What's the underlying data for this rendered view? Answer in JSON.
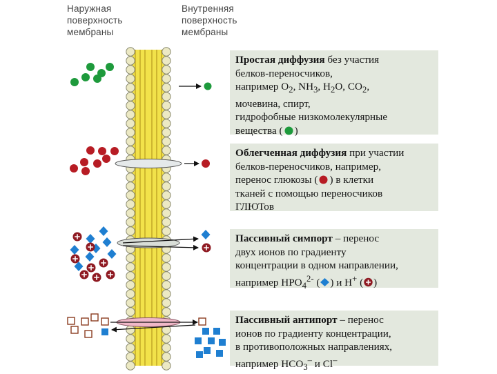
{
  "headers": {
    "outer": [
      "Наружная",
      "поверхность",
      "мембраны"
    ],
    "inner": [
      "Внутренняя",
      "поверхность",
      "мембраны"
    ]
  },
  "colors": {
    "membrane_fill": "#f2e24a",
    "head_fill": "#ece9c4",
    "head_stroke": "#8a8a70",
    "green": "#1e9a3c",
    "red": "#b71c24",
    "blue": "#1f7fd1",
    "dark_red": "#8f1a22",
    "brown": "#8a3b1e",
    "box_bg": "#e3e8de",
    "pink": "#f0b8c8"
  },
  "icons": {
    "diffusion_molecule": "green-circle",
    "glucose": "red-circle",
    "hpo4_ion": "blue-diamond",
    "h_ion": "dark-red-circle-plus",
    "hco3_ion": "brown-square",
    "cl_ion": "blue-square"
  },
  "boxes": {
    "simple": {
      "title": "Простая диффузия",
      "line1_rest": " без участия",
      "line2": "белков-переносчиков,",
      "line3_prefix": "например  O",
      "o2_sub": "2",
      "nh3": ", NH",
      "nh3_sub": "3",
      "h2o_a": ", H",
      "h2o_sub": "2",
      "h2o_b": "O, CO",
      "co2_sub": "2",
      "line3_end": ",",
      "line4": "мочевина, спирт,",
      "line5": "гидрофобные низкомолекулярные",
      "line6_prefix": "вещества (",
      "line6_suffix": ")"
    },
    "facilitated": {
      "title": "Облегченная диффузия",
      "line1_rest": " при участии",
      "line2": "белков-переносчиков, например,",
      "line3_prefix": "перенос глюкозы (",
      "line3_suffix": ") в клетки",
      "line4": "тканей с помощью переносчиков",
      "line5": "ГЛЮТов"
    },
    "symport": {
      "title": "Пассивный симпорт",
      "line1_rest": " – перенос",
      "line2": "двух ионов по градиенту",
      "line3": "концентрации в одном направлении,",
      "line4_prefix": "например  HPO",
      "hpo_sub": "4",
      "hpo_sup": "2-",
      "line4_mid_open": " (",
      "line4_mid": ") и H",
      "h_sup": "+",
      "line4_mid2": " (",
      "line4_end": ")"
    },
    "antiport": {
      "title": "Пассивный антипорт",
      "line1_rest": " – перенос",
      "line2": "ионов по градиенту концентрации,",
      "line3": "в противоположных направлениях,",
      "line4_prefix": "например  HCO",
      "hco_sub": "3",
      "hco_sup": "–",
      "line4_mid": "  и Cl",
      "cl_sup": "–"
    }
  }
}
